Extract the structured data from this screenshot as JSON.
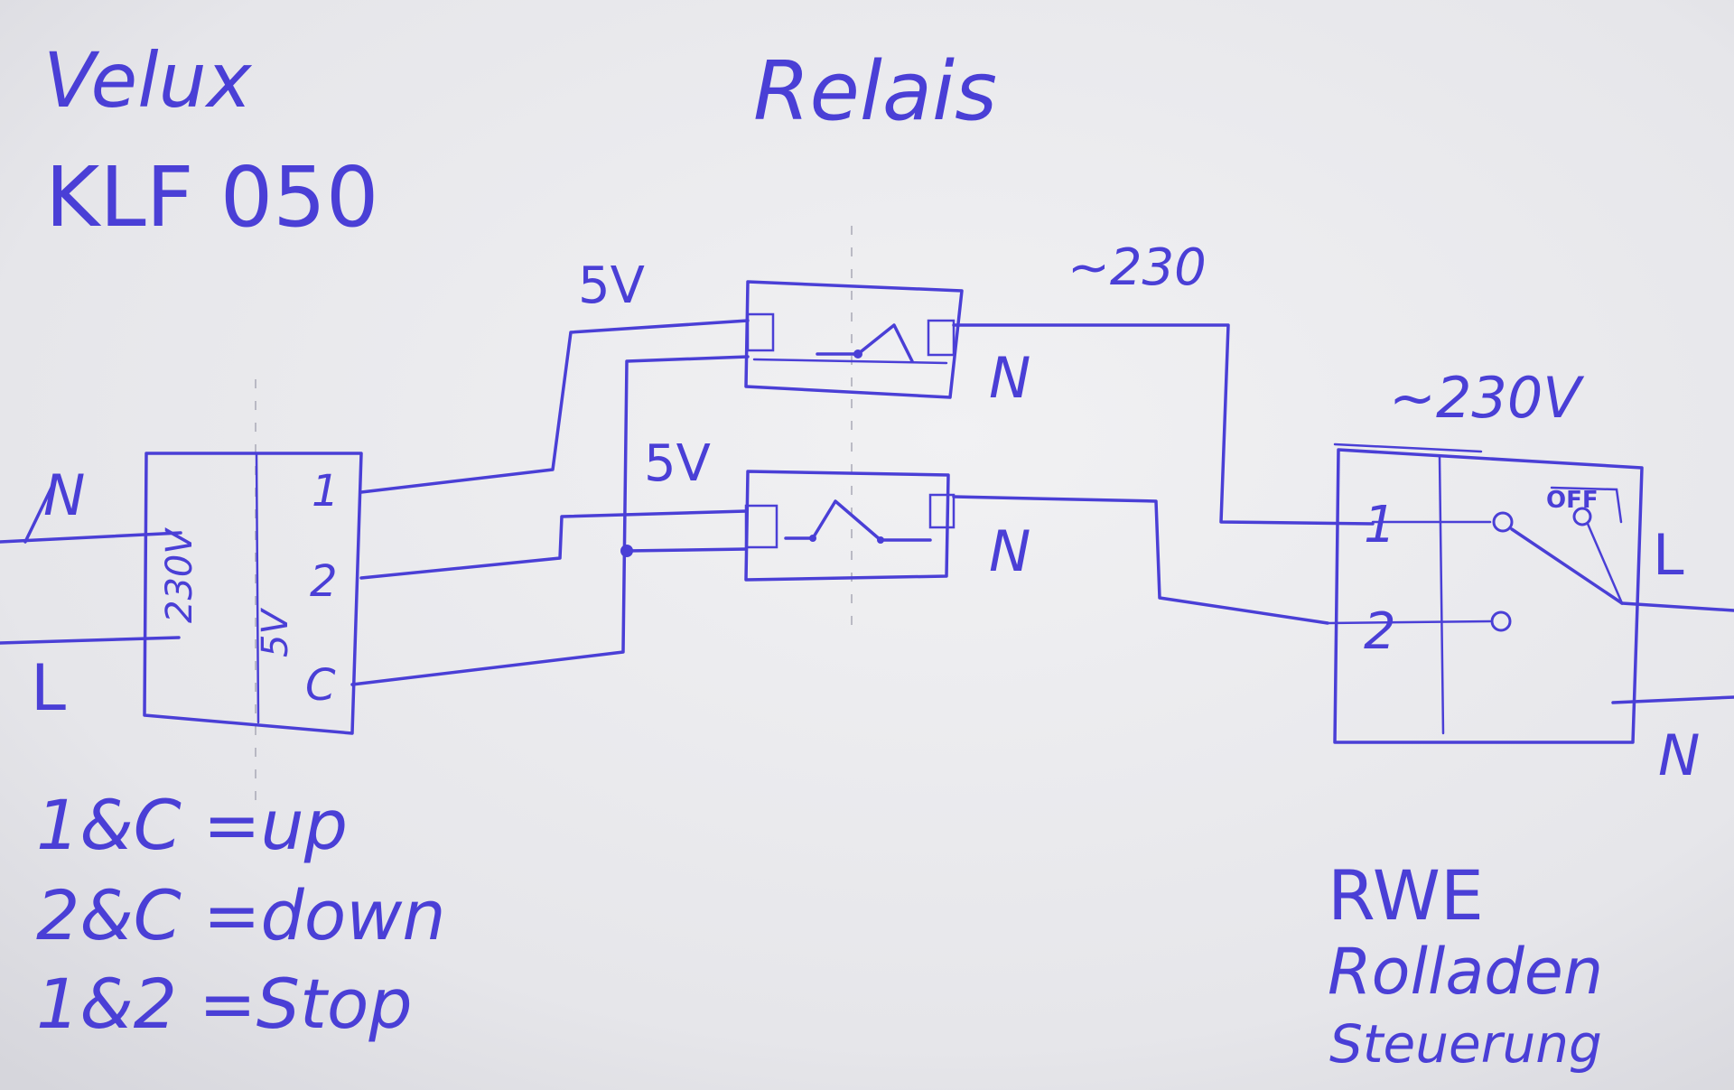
{
  "colors": {
    "paper": "#e9e9ec",
    "ink": "#4a3fd6",
    "guide": "#a9a9b6"
  },
  "left_device": {
    "title_line1": "Velux",
    "title_line2": "KLF 050",
    "input_n": "N",
    "input_l": "L",
    "rating_230": "230V",
    "rating_5": "5V",
    "terminal_1": "1",
    "terminal_2": "2",
    "terminal_c": "C"
  },
  "relay": {
    "title": "Relais",
    "top_coil_voltage": "5V",
    "top_output_voltage": "~230",
    "top_neutral": "N",
    "bottom_coil_voltage": "5V",
    "bottom_neutral": "N"
  },
  "right_device": {
    "supply_voltage": "~230V",
    "terminal_1": "1",
    "terminal_2": "2",
    "off_label": "OFF",
    "line_l": "L",
    "neutral_n": "N",
    "title_line1": "RWE",
    "title_line2": "Rolladen",
    "title_line3": "Steuerung"
  },
  "legend": {
    "line1": "1&C =up",
    "line2": "2&C =down",
    "line3": "1&2 =Stop"
  }
}
